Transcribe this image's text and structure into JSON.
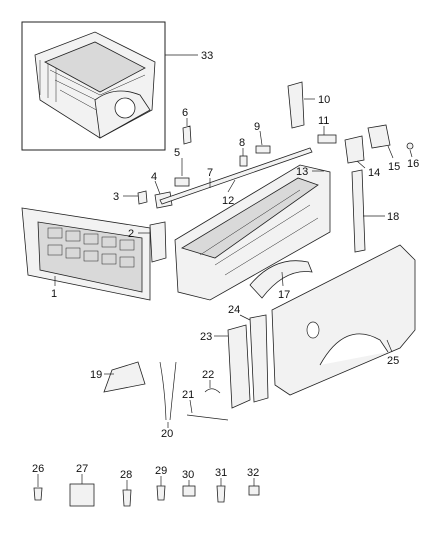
{
  "callouts": {
    "c1": "1",
    "c2": "2",
    "c3": "3",
    "c4": "4",
    "c5": "5",
    "c6": "6",
    "c7": "7",
    "c8": "8",
    "c9": "9",
    "c10": "10",
    "c11": "11",
    "c12": "12",
    "c13": "13",
    "c14": "14",
    "c15": "15",
    "c16": "16",
    "c17": "17",
    "c18": "18",
    "c19": "19",
    "c20": "20",
    "c21": "21",
    "c22": "22",
    "c23": "23",
    "c24": "24",
    "c25": "25",
    "c26": "26",
    "c27": "27",
    "c28": "28",
    "c29": "29",
    "c30": "30",
    "c31": "31",
    "c32": "32",
    "c33": "33"
  }
}
